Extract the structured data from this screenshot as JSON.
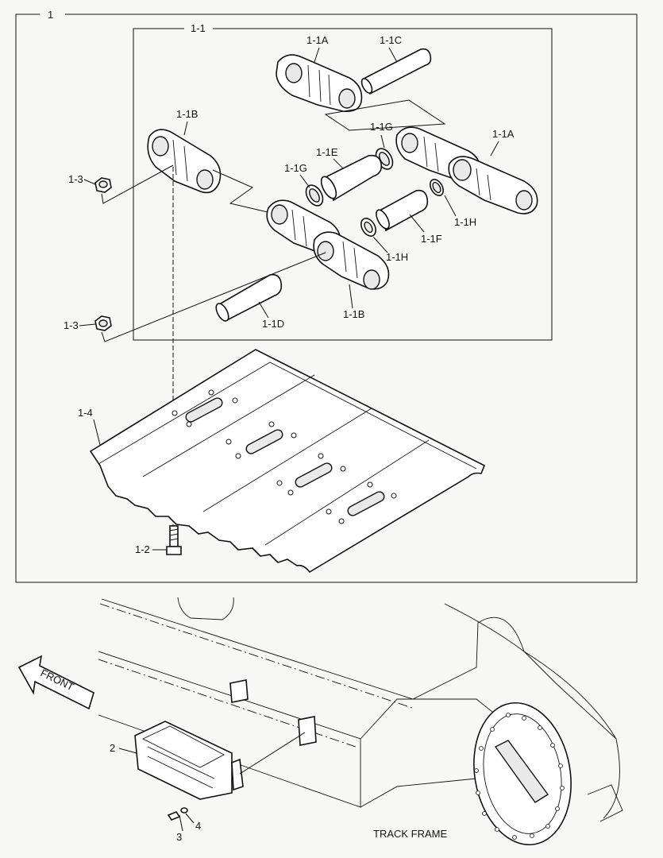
{
  "labels": {
    "assembly": "1",
    "subassembly": "1-1",
    "link_a_top": "1-1A",
    "pin_c": "1-1C",
    "link_b_left": "1-1B",
    "seal_g_right": "1-1G",
    "link_a_right": "1-1A",
    "bushing_e": "1-1E",
    "seal_g_left": "1-1G",
    "nut_upper": "1-3",
    "seal_h_right": "1-1H",
    "bushing_f": "1-1F",
    "seal_h_lower": "1-1H",
    "nut_lower": "1-3",
    "pin_d": "1-1D",
    "link_b_lower": "1-1B",
    "shoe": "1-4",
    "bolt": "1-2",
    "front_arrow": "FRONT",
    "guard": "2",
    "screw": "3",
    "washer": "4",
    "track_frame": "TRACK FRAME"
  }
}
